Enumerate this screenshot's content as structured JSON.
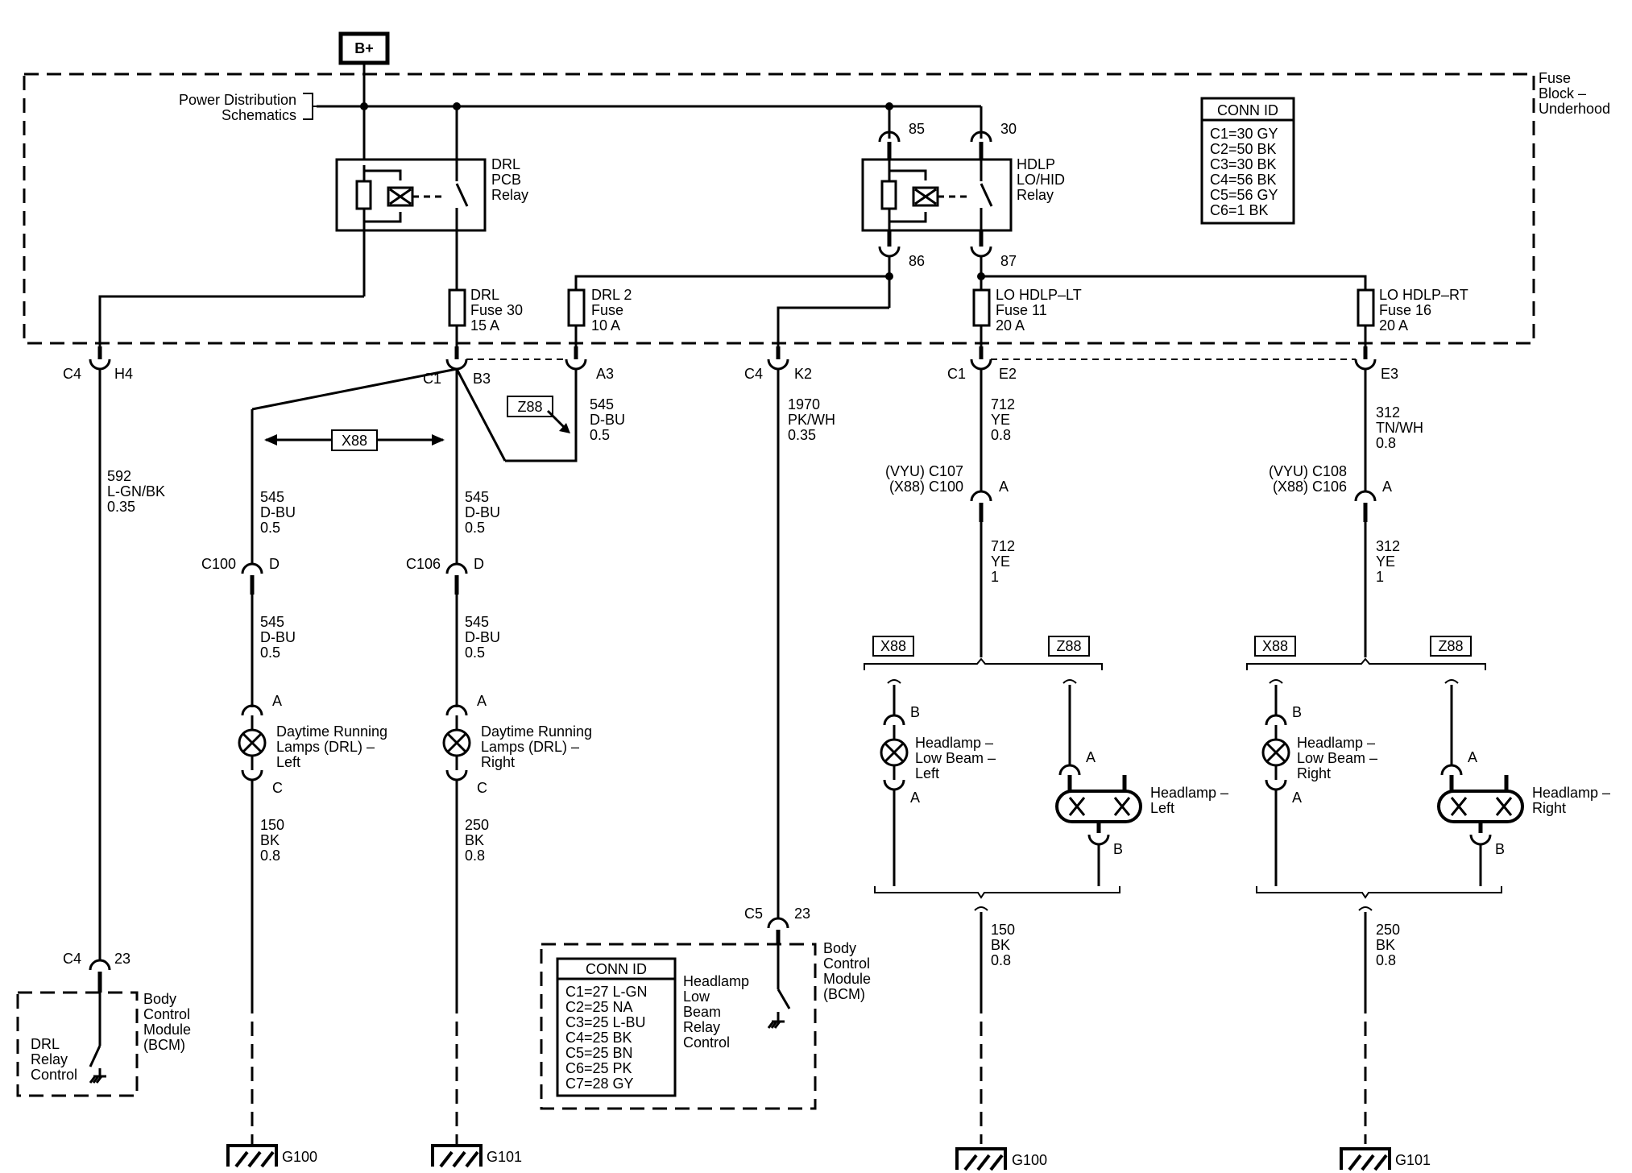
{
  "power": {
    "source_label": "B+",
    "power_dist_label": [
      "Power Distribution",
      "Schematics"
    ]
  },
  "fuse_block": {
    "name": [
      "Fuse",
      "Block –",
      "Underhood"
    ]
  },
  "conn_id_top": {
    "title": "CONN ID",
    "rows": [
      "C1=30 GY",
      "C2=50 BK",
      "C3=30 BK",
      "C4=56 BK",
      "C5=56 GY",
      "C6=1 BK"
    ]
  },
  "drl_relay": {
    "name": [
      "DRL",
      "PCB",
      "Relay"
    ]
  },
  "hdlp_relay": {
    "name": [
      "HDLP",
      "LO/HID",
      "Relay"
    ],
    "pins": [
      "85",
      "30",
      "86",
      "87"
    ]
  },
  "fuses": [
    {
      "name": [
        "DRL",
        "Fuse 30",
        "15 A"
      ]
    },
    {
      "name": [
        "DRL 2",
        "Fuse",
        "10 A"
      ]
    },
    {
      "name": [
        "LO HDLP–LT",
        "Fuse 11",
        "20 A"
      ]
    },
    {
      "name": [
        "LO HDLP–RT",
        "Fuse 16",
        "20 A"
      ]
    }
  ],
  "connectors": {
    "c4_h4": [
      "C4",
      "H4"
    ],
    "c1_b3": [
      "C1",
      "B3"
    ],
    "a3": "A3",
    "c4_k2": [
      "C4",
      "K2"
    ],
    "c1_e2": [
      "C1",
      "E2"
    ],
    "e3": "E3",
    "c100_d": [
      "C100",
      "D"
    ],
    "c106_d": [
      "C106",
      "D"
    ],
    "c107": [
      "(VYU) C107",
      "(X88)  C100",
      "A"
    ],
    "c108": [
      "(VYU) C108",
      "(X88)  C106",
      "A"
    ],
    "c5_23": [
      "C5",
      "23"
    ],
    "c4_23": [
      "C4",
      "23"
    ]
  },
  "options": {
    "x88": "X88",
    "z88": "Z88"
  },
  "wires": {
    "w592": [
      "592",
      "L-GN/BK",
      "0.35"
    ],
    "w545_z88": [
      "545",
      "D-BU",
      "0.5"
    ],
    "w545_l1": [
      "545",
      "D-BU",
      "0.5"
    ],
    "w545_r1": [
      "545",
      "D-BU",
      "0.5"
    ],
    "w545_l2": [
      "545",
      "D-BU",
      "0.5"
    ],
    "w545_r2": [
      "545",
      "D-BU",
      "0.5"
    ],
    "w1970": [
      "1970",
      "PK/WH",
      "0.35"
    ],
    "w712a": [
      "712",
      "YE",
      "0.8"
    ],
    "w712b": [
      "712",
      "YE",
      "1"
    ],
    "w312a": [
      "312",
      "TN/WH",
      "0.8"
    ],
    "w312b": [
      "312",
      "YE",
      "1"
    ],
    "w150_l": [
      "150",
      "BK",
      "0.8"
    ],
    "w250_r": [
      "250",
      "BK",
      "0.8"
    ],
    "w150_g": [
      "150",
      "BK",
      "0.8"
    ],
    "w250_g": [
      "250",
      "BK",
      "0.8"
    ]
  },
  "lamps": {
    "drl_left": [
      "Daytime Running",
      "Lamps (DRL) –",
      "Left"
    ],
    "drl_right": [
      "Daytime Running",
      "Lamps (DRL) –",
      "Right"
    ],
    "pin_a": "A",
    "pin_b": "B",
    "pin_c": "C",
    "lb_left": [
      "Headlamp –",
      "Low Beam –",
      "Left"
    ],
    "lb_right": [
      "Headlamp –",
      "Low Beam –",
      "Right"
    ],
    "hid_left": [
      "Headlamp –",
      "Left"
    ],
    "hid_right": [
      "Headlamp –",
      "Right"
    ]
  },
  "bcm": {
    "name": [
      "Body",
      "Control",
      "Module",
      "(BCM)"
    ],
    "drl_control": [
      "DRL",
      "Relay",
      "Control"
    ],
    "hl_control": [
      "Headlamp",
      "Low",
      "Beam",
      "Relay",
      "Control"
    ]
  },
  "conn_id_bcm": {
    "title": "CONN ID",
    "rows": [
      "C1=27 L-GN",
      "C2=25 NA",
      "C3=25 L-BU",
      "C4=25 BK",
      "C5=25 BN",
      "C6=25 PK",
      "C7=28 GY"
    ]
  },
  "grounds": [
    "G100",
    "G101",
    "G100",
    "G101"
  ]
}
